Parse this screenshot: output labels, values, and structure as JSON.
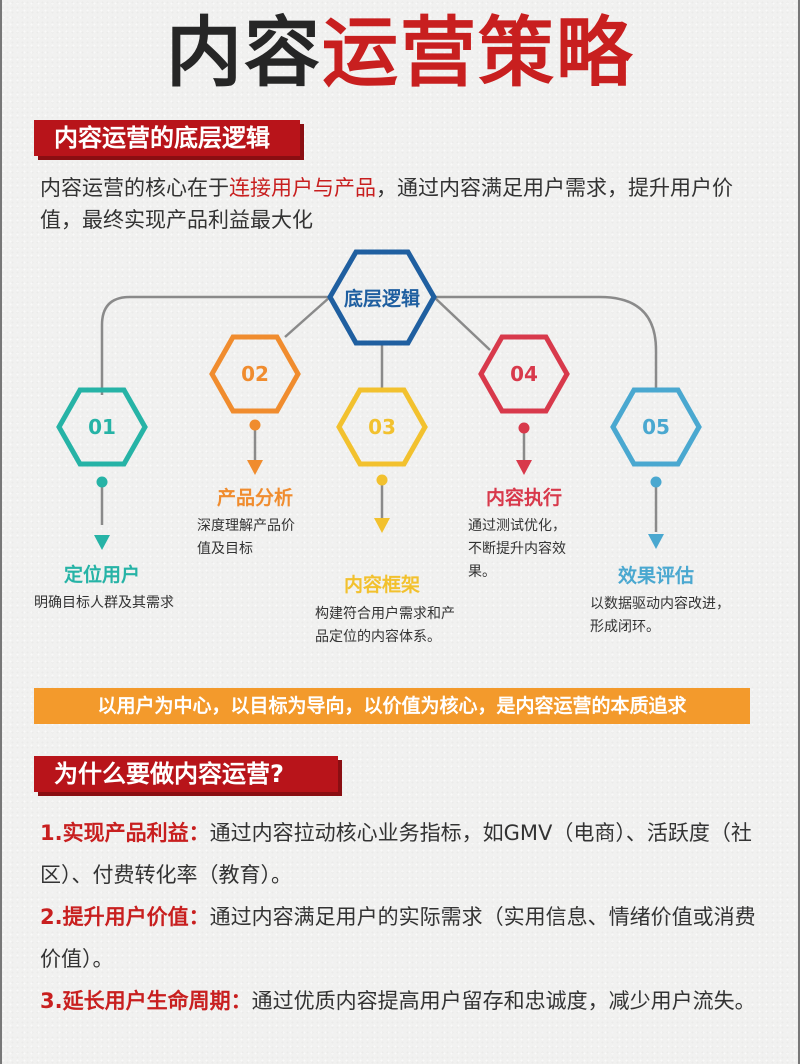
{
  "title": {
    "dark_part": "内容",
    "red_part": "运营策略"
  },
  "section1": {
    "tag": "内容运营的底层逻辑",
    "intro": {
      "prefix": "内容运营的核心在于",
      "highlight": "连接用户与产品",
      "suffix": "，通过内容满足用户需求，提升用户价值，最终实现产品利益最大化"
    }
  },
  "diagram": {
    "center": {
      "label": "底层逻辑",
      "color": "#1f5fa0"
    },
    "line_color": "#8a8a8a",
    "steps": [
      {
        "number": "01",
        "title": "定位用户",
        "description": "明确目标人群及其需求",
        "color": "#26b3a6"
      },
      {
        "number": "02",
        "title": "产品分析",
        "description": "深度理解产品价值及目标",
        "color": "#f08c2e"
      },
      {
        "number": "03",
        "title": "内容框架",
        "description": "构建符合用户需求和产品定位的内容体系。",
        "color": "#f2c12e"
      },
      {
        "number": "04",
        "title": "内容执行",
        "description": "通过测试优化，不断提升内容效果。",
        "color": "#d8394b"
      },
      {
        "number": "05",
        "title": "效果评估",
        "description": "以数据驱动内容改进，形成闭环。",
        "color": "#4aa8d0"
      }
    ]
  },
  "banner": {
    "text": "以用户为中心，以目标为导向，以价值为核心，是内容运营的本质追求",
    "color": "#f39a2c"
  },
  "section2": {
    "tag": "为什么要做内容运营?",
    "reasons": [
      {
        "title": "1.实现产品利益：",
        "body": "通过内容拉动核心业务指标，如GMV（电商）、活跃度（社区）、付费转化率（教育）。"
      },
      {
        "title": "2.提升用户价值：",
        "body": "通过内容满足用户的实际需求（实用信息、情绪价值或消费价值）。"
      },
      {
        "title": "3.延长用户生命周期：",
        "body": "通过优质内容提高用户留存和忠诚度，减少用户流失。"
      }
    ]
  },
  "colors": {
    "accent_red": "#c81f1f",
    "tag_red": "#b8141a",
    "text": "#333333"
  }
}
